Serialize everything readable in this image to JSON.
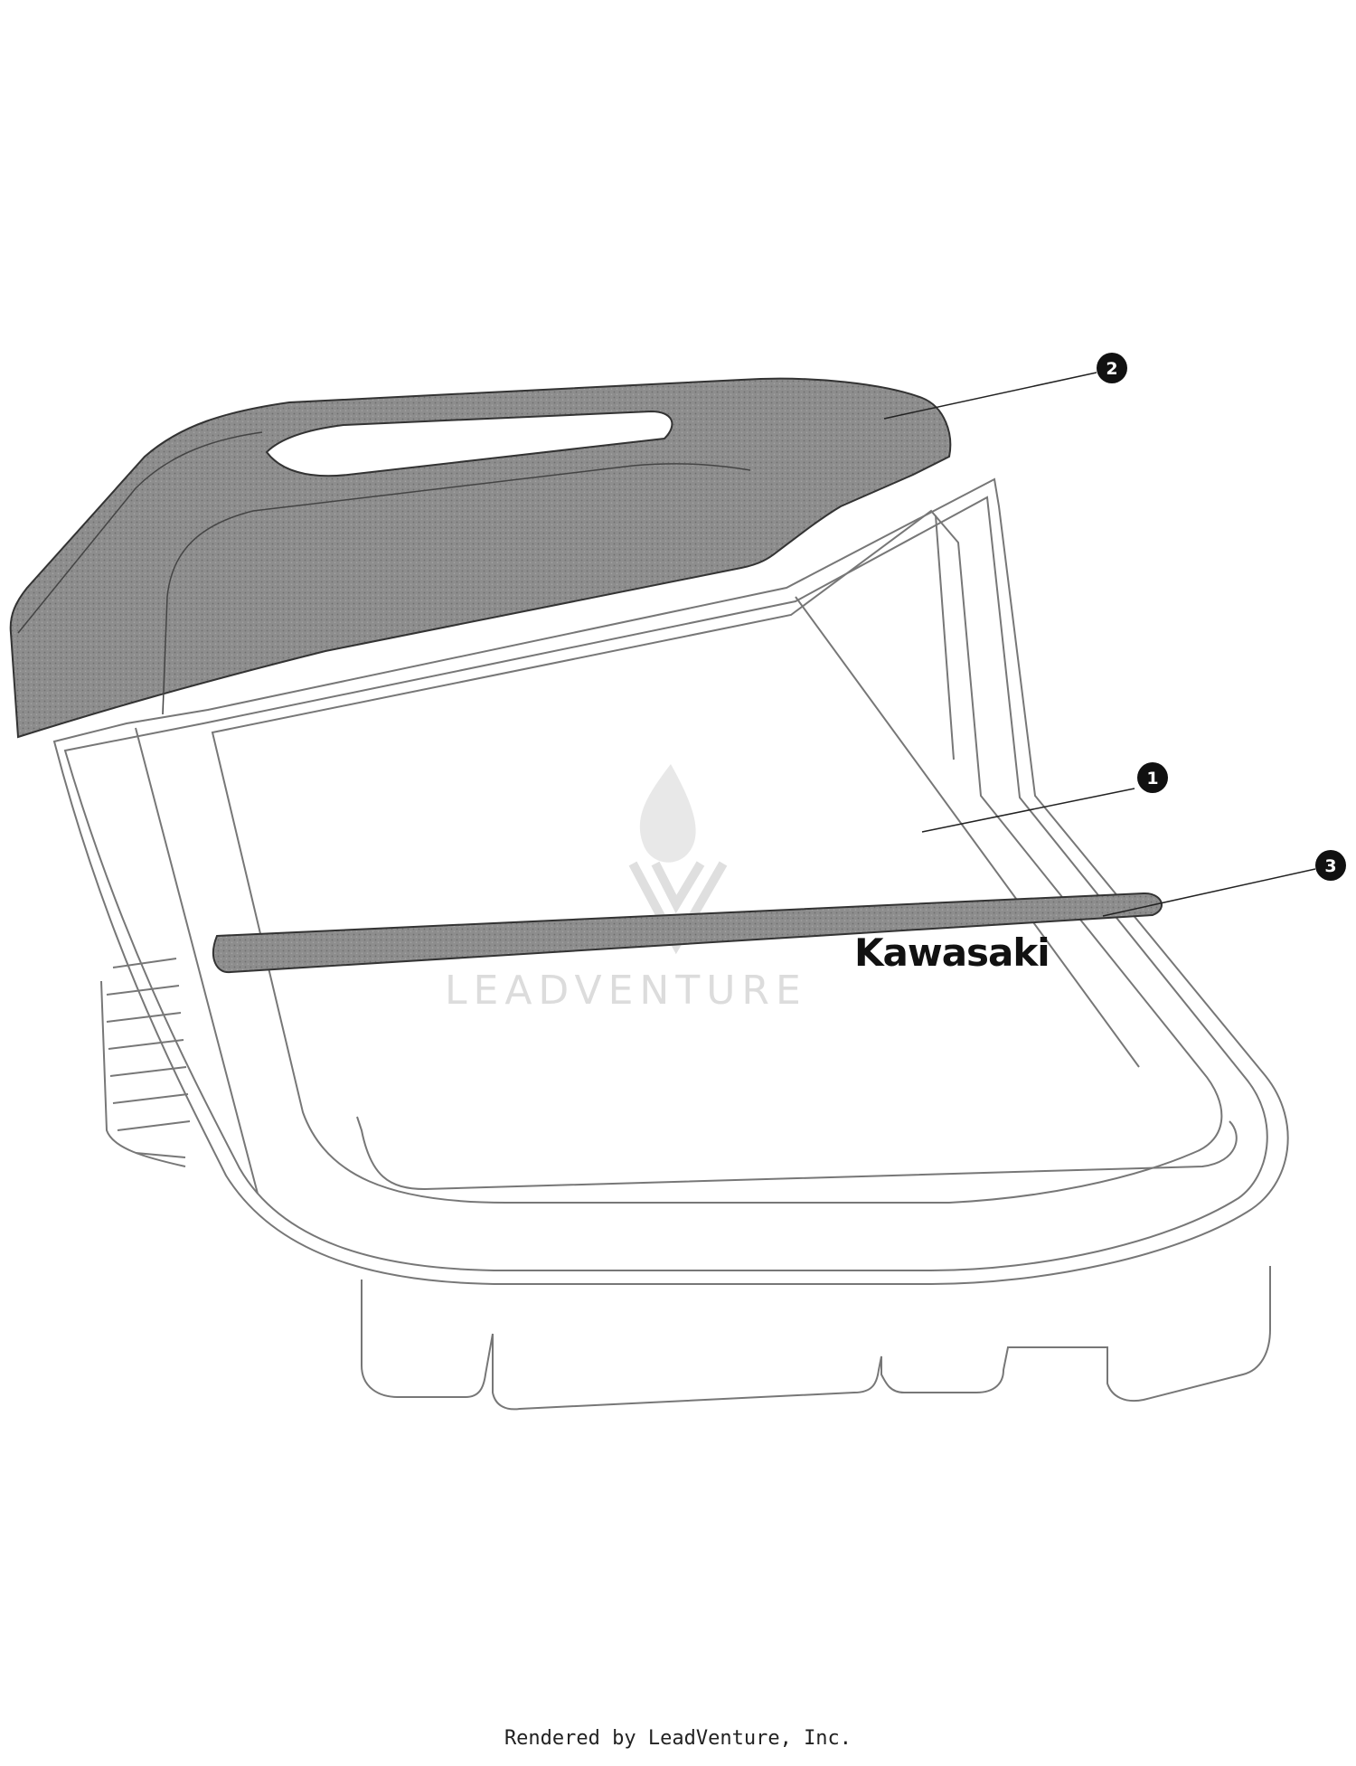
{
  "diagram": {
    "brand_decal": "Kawasaki",
    "watermark": "LEADVENTURE",
    "callouts": [
      {
        "id": "callout-1",
        "label": "1"
      },
      {
        "id": "callout-2",
        "label": "2"
      },
      {
        "id": "callout-3",
        "label": "3"
      }
    ]
  },
  "footer": {
    "credit": "Rendered by LeadVenture, Inc."
  },
  "colors": {
    "line": "#777777",
    "shaded_part": "#8a8a8a",
    "callout_fill": "#111111"
  }
}
